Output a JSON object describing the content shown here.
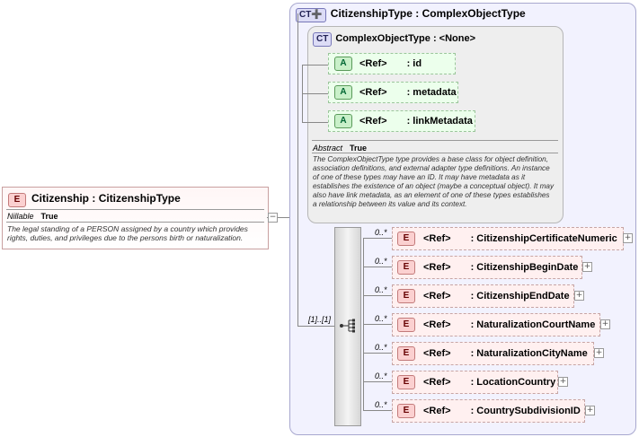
{
  "element": {
    "badge": "E",
    "name": "Citizenship",
    "type": ": CitizenshipType",
    "nillable_label": "Nillable",
    "nillable_value": "True",
    "doc": "The legal standing of a PERSON assigned by a country which provides rights, duties, and privileges due to the persons birth or naturalization."
  },
  "citizenship_type": {
    "badge": "CT",
    "name": "CitizenshipType",
    "base": ": ComplexObjectType"
  },
  "complex_object_type": {
    "badge": "CT",
    "name": "ComplexObjectType",
    "base": ": <None>",
    "attributes": [
      {
        "badge": "A",
        "ref": "<Ref>",
        "name": ": id"
      },
      {
        "badge": "A",
        "ref": "<Ref>",
        "name": ": metadata"
      },
      {
        "badge": "A",
        "ref": "<Ref>",
        "name": ": linkMetadata"
      }
    ],
    "abstract_label": "Abstract",
    "abstract_value": "True",
    "doc": "The ComplexObjectType type provides a base class for object definition, association definitions, and external adapter type definitions. An instance of one of these types may have an ID. It may have metadata as it establishes the existence of an object (maybe a conceptual object). It may also have link metadata, as an element of one of these types establishes a relationship between its value and its context."
  },
  "sequence": {
    "cardinality": "[1]..[1]",
    "children": [
      {
        "badge": "E",
        "ref": "<Ref>",
        "name": ": CitizenshipCertificateNumeric",
        "card": "0..*"
      },
      {
        "badge": "E",
        "ref": "<Ref>",
        "name": ": CitizenshipBeginDate",
        "card": "0..*"
      },
      {
        "badge": "E",
        "ref": "<Ref>",
        "name": ": CitizenshipEndDate",
        "card": "0..*"
      },
      {
        "badge": "E",
        "ref": "<Ref>",
        "name": ": NaturalizationCourtName",
        "card": "0..*"
      },
      {
        "badge": "E",
        "ref": "<Ref>",
        "name": ": NaturalizationCityName",
        "card": "0..*"
      },
      {
        "badge": "E",
        "ref": "<Ref>",
        "name": ": LocationCountry",
        "card": "0..*"
      },
      {
        "badge": "E",
        "ref": "<Ref>",
        "name": ": CountrySubdivisionID",
        "card": "0..*"
      }
    ]
  },
  "expand_symbol": "+",
  "collapse_symbol": "−",
  "colors": {
    "element_fill": "#fff0f0",
    "attribute_fill": "#ecffec",
    "complex_type_fill": "#f2f2fe"
  }
}
